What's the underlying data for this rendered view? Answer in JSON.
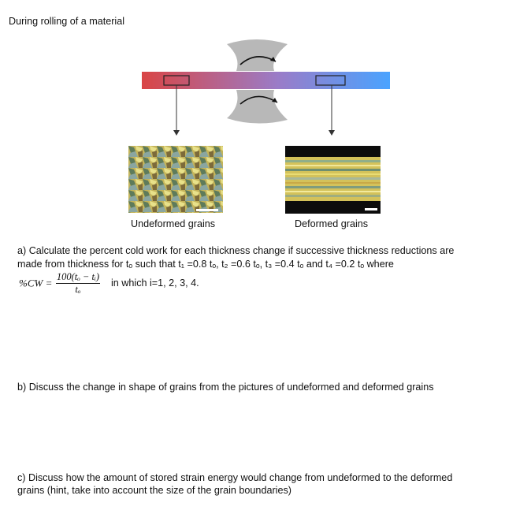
{
  "heading": "During rolling of a material",
  "figure": {
    "left_caption": "Undeformed grains",
    "right_caption": "Deformed grains",
    "bar_gradient": [
      "#d64848",
      "#4aa3ff"
    ]
  },
  "question_a": {
    "line1": "a) Calculate the percent cold work for each thickness change if successive thickness reductions are",
    "line2": "made from thickness for tₒ such that t₁ =0.8 tₒ, t₂ =0.6 tₒ, t₃ =0.4 tₒ and t₄ =0.2 tₒ where",
    "formula_lhs": "%CW =",
    "formula_num": "100(tₒ − tᵢ)",
    "formula_den": "tₒ",
    "formula_note": "in which i=1, 2, 3, 4."
  },
  "question_b": "b) Discuss the change in shape of grains from the pictures of undeformed and deformed grains",
  "question_c": {
    "line1": "c) Discuss how the amount of stored strain energy would change from undeformed to the deformed",
    "line2": "grains (hint, take into account the size of the grain boundaries)"
  }
}
